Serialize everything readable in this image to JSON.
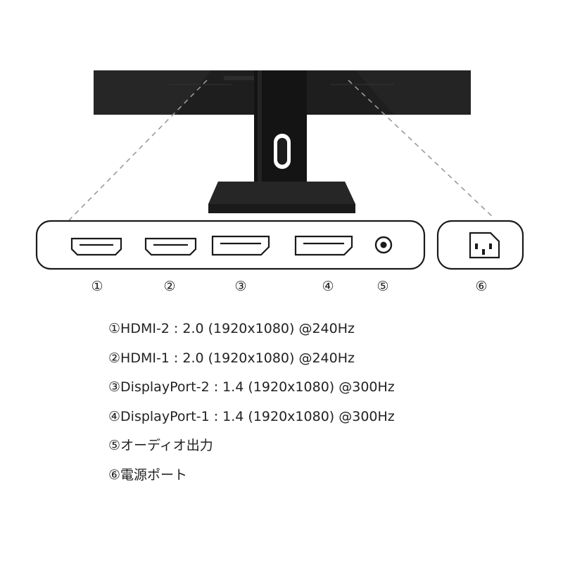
{
  "ports": [
    {
      "number": "①",
      "icon": "hdmi-port-icon"
    },
    {
      "number": "②",
      "icon": "hdmi-port-icon"
    },
    {
      "number": "③",
      "icon": "displayport-icon"
    },
    {
      "number": "④",
      "icon": "displayport-icon"
    },
    {
      "number": "⑤",
      "icon": "audio-jack-icon"
    },
    {
      "number": "⑥",
      "icon": "power-inlet-icon"
    }
  ],
  "specs": [
    "①HDMI-2 : 2.0 (1920x1080) @240Hz",
    "②HDMI-1  : 2.0 (1920x1080) @240Hz",
    "③DisplayPort-2 : 1.4  (1920x1080) @300Hz",
    "④DisplayPort-1 : 1.4  (1920x1080) @300Hz",
    "⑤オーディオ出力",
    "⑥電源ポート"
  ],
  "colors": {
    "monitor": "#1c1c1c",
    "outline": "#1a1a1a",
    "dash": "#9a9a9a"
  }
}
